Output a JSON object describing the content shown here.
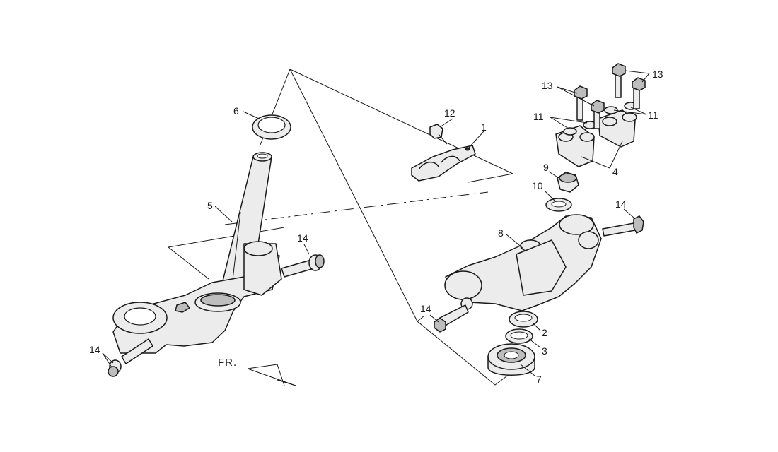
{
  "callouts": {
    "c1": "1",
    "c2": "2",
    "c3": "3",
    "c4": "4",
    "c5": "5",
    "c6": "6",
    "c7": "7",
    "c8": "8",
    "c9": "9",
    "c10": "10",
    "c11a": "11",
    "c11b": "11",
    "c12": "12",
    "c13a": "13",
    "c13b": "13",
    "c14a": "14",
    "c14b": "14",
    "c14c": "14",
    "c14d": "14"
  },
  "direction": {
    "label": "FR."
  }
}
